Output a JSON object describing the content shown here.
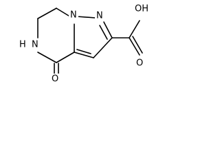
{
  "molecule": {
    "atom_labels": {
      "n1": "N",
      "n2": "N",
      "nh": "H",
      "nh_n": "N",
      "o_ketone": "O",
      "o_acid": "O",
      "oh": "OH"
    }
  }
}
